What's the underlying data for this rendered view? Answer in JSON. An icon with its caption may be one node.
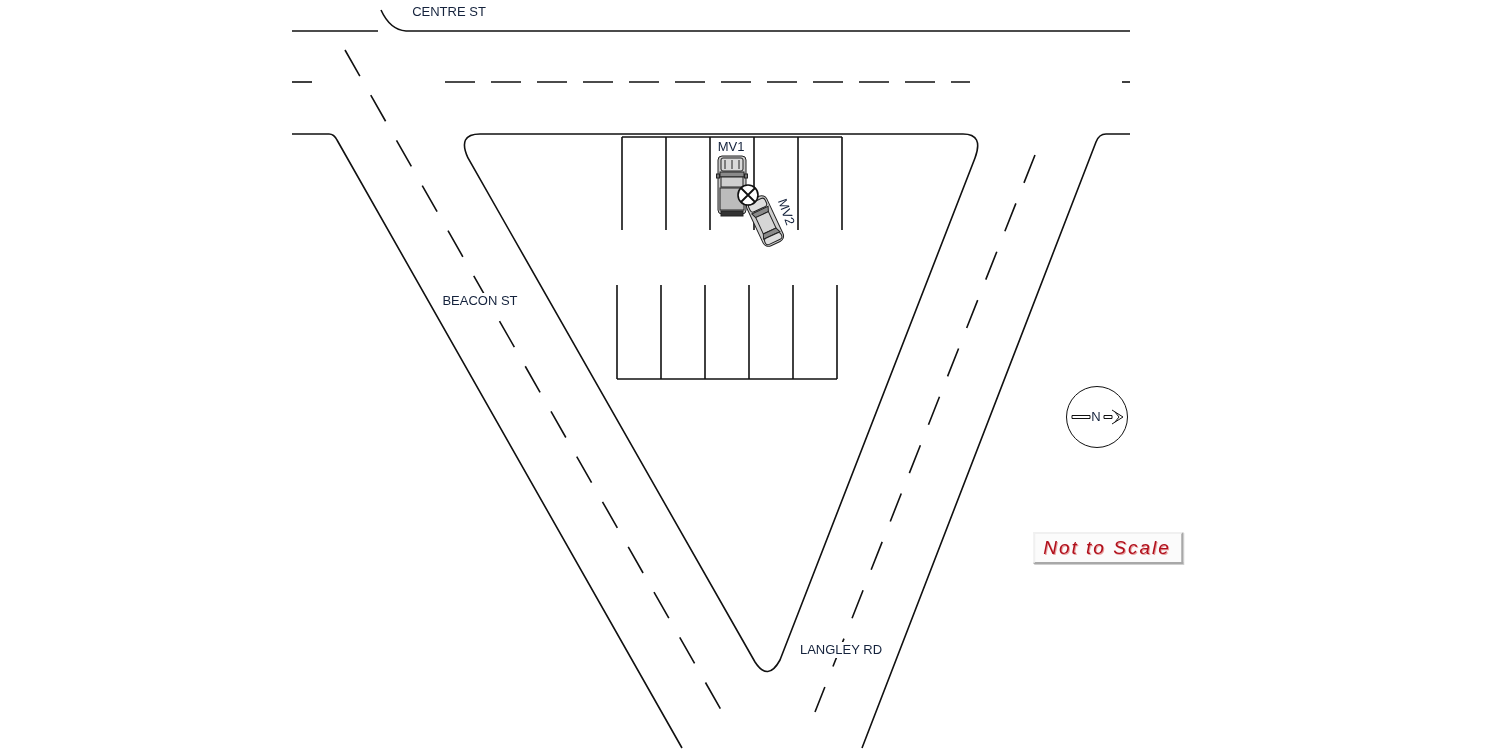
{
  "diagram": {
    "labels": [
      "CENTRE ST",
      "MV1",
      "MV2",
      "BEACON ST",
      "N",
      "Not to Scale",
      "LANGLEY RD"
    ]
  }
}
